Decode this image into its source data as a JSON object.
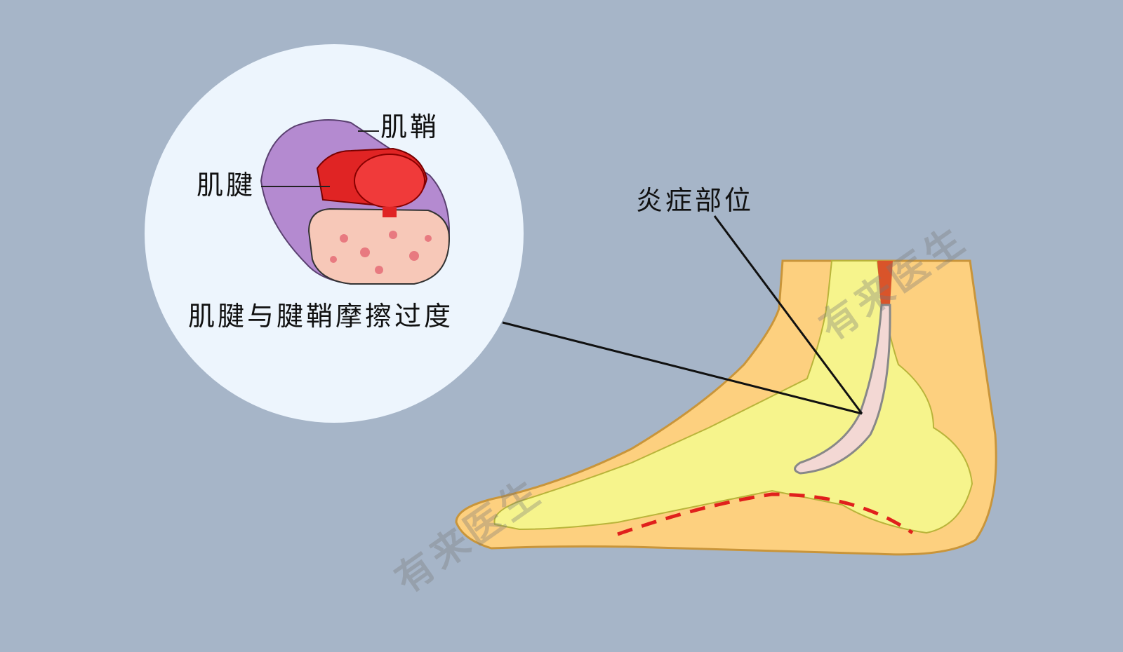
{
  "labels": {
    "sheath": "肌鞘",
    "tendon": "肌腱",
    "friction": "肌腱与腱鞘摩擦过度",
    "inflammation_site": "炎症部位"
  },
  "watermark": "有来医生",
  "colors": {
    "background": "#a6b5c8",
    "inset_circle": "#edf5fd",
    "skin": "#fdd07f",
    "bone": "#f6f48c",
    "tendon": "#d9542a",
    "dashed_line": "#e0201c"
  }
}
